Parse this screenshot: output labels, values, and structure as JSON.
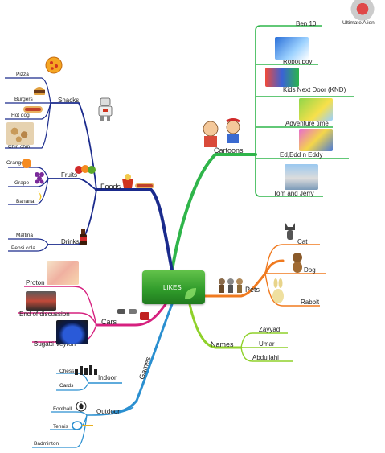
{
  "center": {
    "label": "LIKES"
  },
  "branches": {
    "cartoons": {
      "label": "Cartoons",
      "color": "#2fb54a",
      "items": [
        "Ben 10",
        "Ultimate Alien",
        "Robot boy",
        "Kids Next Door (KND)",
        "Adventure time",
        "Ed,Edd  n  Eddy",
        "Tom and Jerry"
      ]
    },
    "foods": {
      "label": "Foods",
      "color": "#1a2a8c",
      "snacks": {
        "label": "Snacks",
        "items": [
          "Pizza",
          "Burgers",
          "Hot dog",
          "Chin chin"
        ]
      },
      "fruits": {
        "label": "Fruits",
        "items": [
          "Orange",
          "Grape",
          "Banana"
        ]
      },
      "drinks": {
        "label": "Drinks",
        "items": [
          "Maltina",
          "Pepsi cola"
        ]
      }
    },
    "pets": {
      "label": "Pets",
      "color": "#f07a1f",
      "items": [
        "Cat",
        "Dog",
        "Rabbit"
      ]
    },
    "names": {
      "label": "Names",
      "color": "#8fd12a",
      "items": [
        "Zayyad",
        "Umar",
        "Abdullahi"
      ]
    },
    "cars": {
      "label": "Cars",
      "color": "#d6207f",
      "items": [
        "Proton",
        "End of discussion",
        "Bugatti Veyron"
      ]
    },
    "games": {
      "label": "Games",
      "color": "#2a8fd0",
      "indoor": {
        "label": "Indoor",
        "items": [
          "Chess",
          "Cards"
        ]
      },
      "outdoor": {
        "label": "Outdoor",
        "items": [
          "Football",
          "Tennis",
          "Badminton"
        ]
      }
    }
  },
  "icons": [
    "robot-icon",
    "cartoon-kids-icon",
    "pizza-icon",
    "burger-icon",
    "hotdog-icon",
    "orange-icon",
    "grape-icon",
    "banana-icon",
    "bottle-icon",
    "cat-icon",
    "dog-icon",
    "rabbit-icon",
    "chess-icon",
    "football-icon",
    "racket-icon"
  ]
}
